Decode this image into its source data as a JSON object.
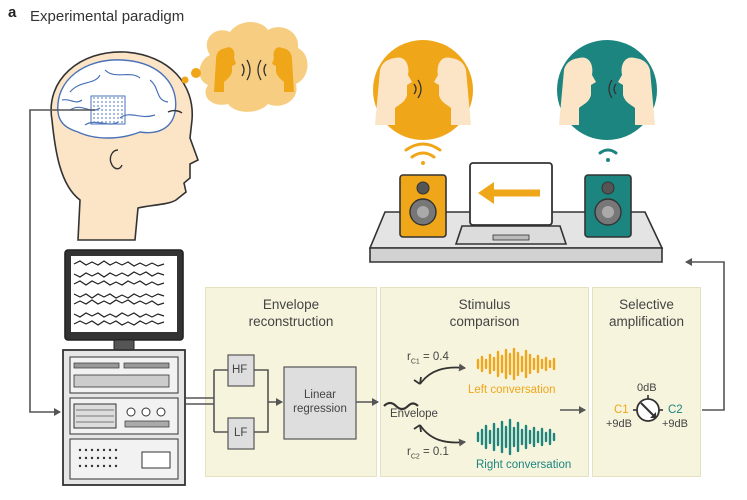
{
  "panel": {
    "letter": "a",
    "title": "Experimental paradigm"
  },
  "sections": {
    "envelope": {
      "line1": "Envelope",
      "line2": "reconstruction"
    },
    "stimulus": {
      "line1": "Stimulus",
      "line2": "comparison"
    },
    "selective": {
      "line1": "Selective",
      "line2": "amplification"
    }
  },
  "blocks": {
    "hf": "HF",
    "lf": "LF",
    "lr_line1": "Linear",
    "lr_line2": "regression"
  },
  "stimulus": {
    "envelope_label": "Envelope",
    "r_c1_prefix": "r",
    "r_c1_sub": "C1",
    "r_c1_value": "= 0.4",
    "r_c2_prefix": "r",
    "r_c2_sub": "C2",
    "r_c2_value": "= 0.1",
    "left_label": "Left conversation",
    "right_label": "Right conversation"
  },
  "dial": {
    "top": "0dB",
    "c1": "C1",
    "c1_gain": "+9dB",
    "c2": "C2",
    "c2_gain": "+9dB"
  },
  "colors": {
    "orange": "#f0a619",
    "teal": "#1c8580",
    "panel_bg": "#f7f4dd",
    "dark": "#555555"
  },
  "icons": [
    "brain-icon",
    "thought-bubble-icon",
    "speaker-icon",
    "laptop-icon",
    "monitor-icon",
    "equipment-rack-icon",
    "wifi-icon",
    "dial-icon"
  ]
}
